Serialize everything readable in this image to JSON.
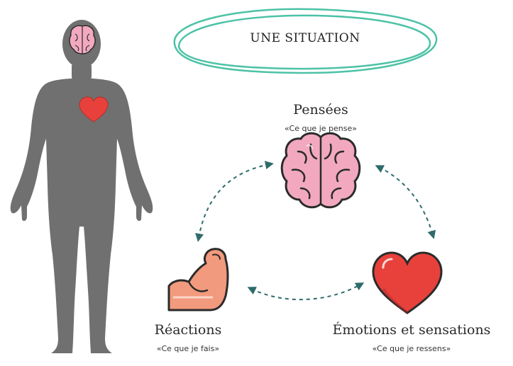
{
  "title": "UNE SITUATION",
  "nodes": {
    "pensees": {
      "label": "Pensées",
      "sublabel": "«Ce que je pense»"
    },
    "reactions": {
      "label": "Réactions",
      "sublabel": "«Ce que je fais»"
    },
    "emotions": {
      "label": "Émotions et sensations",
      "sublabel": "«Ce que je ressens»"
    }
  },
  "colors": {
    "body": "#707070",
    "brain": "#f2a9c0",
    "brain_outline": "#2b2b2b",
    "heart": "#e8413c",
    "arm": "#f29a7d",
    "arrow": "#2f6b6b",
    "ellipse": "#4cc2a6"
  },
  "icons": [
    "human-body-icon",
    "brain-icon",
    "heart-icon",
    "flexed-arm-icon"
  ]
}
